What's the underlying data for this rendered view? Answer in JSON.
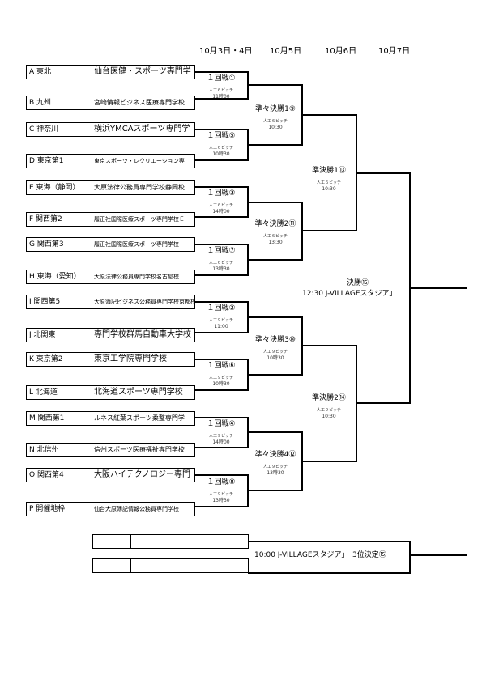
{
  "dates": [
    "10月3日・4日",
    "10月5日",
    "10月6日",
    "10月7日"
  ],
  "teams": [
    {
      "region": "A  東北",
      "school": "仙台医健・スポーツ専門学"
    },
    {
      "region": "B   九州",
      "school": "宮崎情報ビジネス医療専門学校"
    },
    {
      "region": "C   神奈川",
      "school": "横浜YMCAスポーツ専門学"
    },
    {
      "region": "D   東京第1",
      "school": "東京スポーツ・レクリエーション専"
    },
    {
      "region": "E   東海（静岡）",
      "school": "大原法律公務員専門学校静岡校"
    },
    {
      "region": "F   関西第2",
      "school": "履正社国際医療スポーツ専門学校Ｅ"
    },
    {
      "region": "G   関西第3",
      "school": "履正社国際医療スポーツ専門学校"
    },
    {
      "region": "H   東海（愛知）",
      "school": "大原法律公務員専門学校名古屋校"
    },
    {
      "region": "I   関西第5",
      "school": "大原簿記ビジネス公務員専門学校京都校"
    },
    {
      "region": "J   北関東",
      "school": "専門学校群馬自動車大学校"
    },
    {
      "region": "K   東京第2",
      "school": "東京工学院専門学校"
    },
    {
      "region": "L   北海道",
      "school": "北海道スポーツ専門学校"
    },
    {
      "region": "M   関西第1",
      "school": "ルネス紅葉スポーツ柔整専門学"
    },
    {
      "region": "N   北信州",
      "school": "信州スポーツ医療福祉専門学校"
    },
    {
      "region": "O   関西第4",
      "school": "大阪ハイテクノロジー専門"
    },
    {
      "region": "P   開催地枠",
      "school": "仙台大原簿記情報公務員専門学校"
    }
  ],
  "round1": [
    {
      "label": "１回戦①",
      "venue": "人工６ピッチ",
      "time": "11時00"
    },
    {
      "label": "１回戦⑤",
      "venue": "人工６ピッチ",
      "time": "10時30"
    },
    {
      "label": "１回戦③",
      "venue": "人工６ピッチ",
      "time": "14時00"
    },
    {
      "label": "１回戦⑦",
      "venue": "人工６ピッチ",
      "time": "13時30"
    },
    {
      "label": "１回戦②",
      "venue": "人工９ピッチ",
      "time": "11:00"
    },
    {
      "label": "１回戦⑥",
      "venue": "人工９ピッチ",
      "time": "10時30"
    },
    {
      "label": "１回戦④",
      "venue": "人工９ピッチ",
      "time": "14時00"
    },
    {
      "label": "１回戦⑧",
      "venue": "人工９ピッチ",
      "time": "13時30"
    }
  ],
  "qf": [
    {
      "label": "準々決勝1⑨",
      "venue": "人工６ピッチ",
      "time": "10:30"
    },
    {
      "label": "準々決勝2⑪",
      "venue": "人工６ピッチ",
      "time": "13:30"
    },
    {
      "label": "準々決勝3⑩",
      "venue": "人工９ピッチ",
      "time": "10時30"
    },
    {
      "label": "準々決勝4⑫",
      "venue": "人工９ピッチ",
      "time": "13時30"
    }
  ],
  "sf": [
    {
      "label": "準決勝1⑬",
      "venue": "人工６ピッチ",
      "time": "10:30"
    },
    {
      "label": "準決勝2⑭",
      "venue": "人工９ピッチ",
      "time": "10:30"
    }
  ],
  "final": {
    "label": "決勝⑯",
    "detail": "12:30 J-VILLAGEスタジア」"
  },
  "third_place": {
    "detail": "10:00 J-VILLAGEスタジア」　3位決定⑮"
  }
}
